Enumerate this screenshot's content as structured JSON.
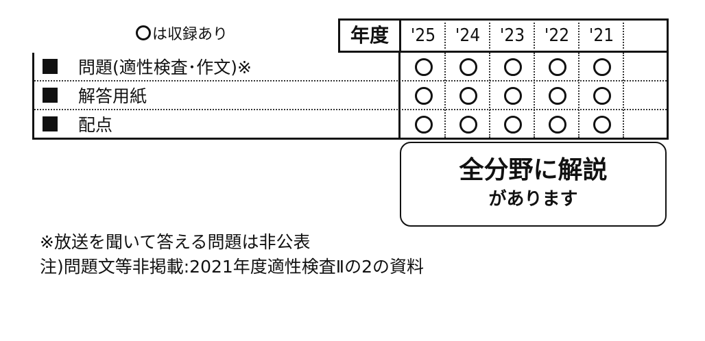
{
  "legend": {
    "symbol": "○",
    "text": "は収録あり"
  },
  "header": {
    "year_label": "年度",
    "years": [
      "'25",
      "'24",
      "'23",
      "'22",
      "'21"
    ]
  },
  "rows": [
    {
      "label": "問題(適性検査･作文)※",
      "marks": [
        "○",
        "○",
        "○",
        "○",
        "○"
      ]
    },
    {
      "label": "解答用紙",
      "marks": [
        "○",
        "○",
        "○",
        "○",
        "○"
      ]
    },
    {
      "label": "配点",
      "marks": [
        "○",
        "○",
        "○",
        "○",
        "○"
      ]
    }
  ],
  "notice_box": {
    "line1": "全分野に解説",
    "line2": "があります"
  },
  "footnotes": [
    "※放送を聞いて答える問題は非公表",
    "注)問題文等非掲載:2021年度適性検査Ⅱの2の資料"
  ]
}
